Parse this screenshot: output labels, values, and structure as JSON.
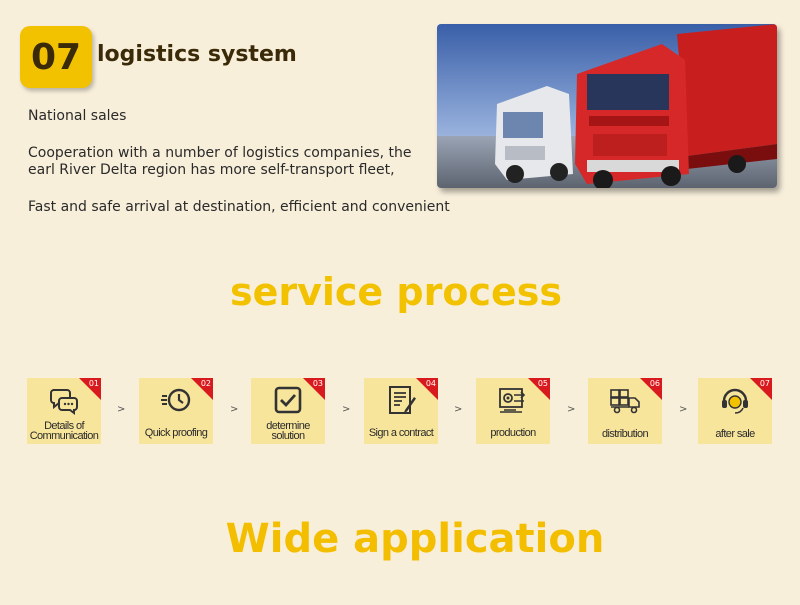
{
  "logistics": {
    "number": "07",
    "title": "logistics system",
    "line1": "National sales",
    "line2": "Cooperation with a number of logistics companies, the earl River Delta region has more self-transport fleet,",
    "line3": "Fast and safe arrival at destination, efficient and convenient"
  },
  "service_heading": "service process",
  "steps": [
    {
      "num": "01",
      "label": "Details of Communication",
      "icon": "chat-icon"
    },
    {
      "num": "02",
      "label": "Quick proofing",
      "icon": "clock-icon"
    },
    {
      "num": "03",
      "label": "determine solution",
      "icon": "checkbox-icon"
    },
    {
      "num": "04",
      "label": "Sign a contract",
      "icon": "contract-icon"
    },
    {
      "num": "05",
      "label": "production",
      "icon": "gear-icon"
    },
    {
      "num": "06",
      "label": "distribution",
      "icon": "truck-icon"
    },
    {
      "num": "07",
      "label": "after sale",
      "icon": "headset-icon"
    }
  ],
  "arrow_glyph": ">",
  "wide_heading": "Wide application",
  "colors": {
    "background": "#f8efdb",
    "accent_yellow": "#f2c200",
    "step_bg": "#f8e59c",
    "corner_red": "#d8191d"
  }
}
